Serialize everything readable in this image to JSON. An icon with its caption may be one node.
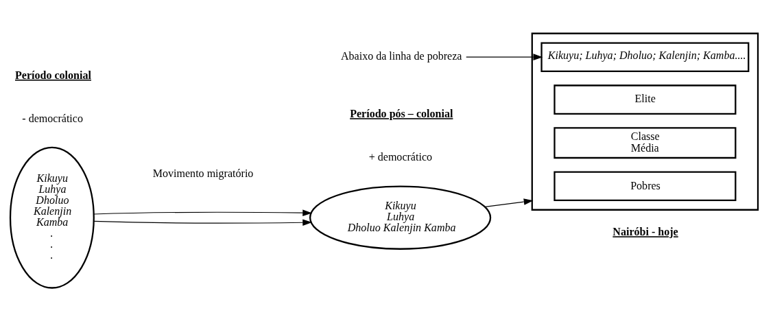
{
  "diagram": {
    "nodes": [
      {
        "text": [
          "Kikuyu Luhya Dholuo Kalenjin Kamba . . ."
        ]
      },
      {
        "text": [
          "Kikuyu Luhya Dholuo Kalenjin Kamba"
        ]
      },
      {
        "text": [],
        "shape": "triangle"
      },
      {
        "text": [
          "Elite"
        ],
        "in": 2
      },
      {
        "text": [
          "Classe Média"
        ],
        "in": 2
      },
      {
        "text": [
          "Pobres"
        ],
        "in": 2
      },
      {
        "text": [
          "Kikuyu; Luhya; Dholuo; Kalenjin; Kamba...."
        ],
        "in": 2
      },
      {
        "text": [
          "Abaixo da linha de pobreza"
        ]
      }
    ],
    "edges": [
      {
        "from": 0,
        "to": 1,
        "arrow": "to"
      },
      {
        "from": 0,
        "to": 1,
        "arrow": "to"
      },
      {
        "from": 1,
        "to": 5,
        "arrow": "to"
      },
      {
        "from": 7,
        "to": 6,
        "arrow": "to"
      }
    ],
    "labels": [
      "Período colonial",
      "- democrático",
      "Período pós – colonial",
      "+ democrático",
      "Nairóbi - hoje",
      "Movimento migratório"
    ]
  }
}
